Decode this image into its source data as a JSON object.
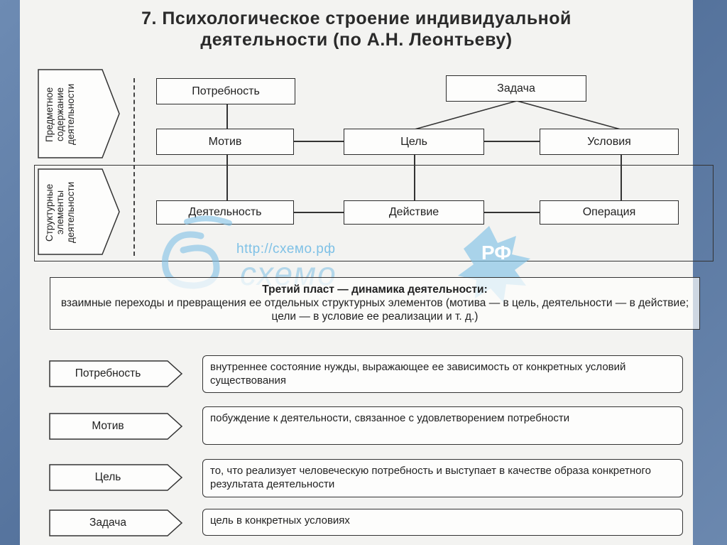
{
  "title": {
    "line1": "7. Психологическое строение индивидуальной",
    "line2": "деятельности (по А.Н. Леонтьеву)"
  },
  "side_labels": {
    "top": "Предметное содержание деятельности",
    "bottom": "Структурные элементы деятельности"
  },
  "nodes": {
    "need": "Потребность",
    "task": "Задача",
    "motive": "Мотив",
    "goal": "Цель",
    "conditions": "Условия",
    "activity": "Деятельность",
    "action": "Действие",
    "operation": "Операция"
  },
  "watermark": {
    "url": "http://схемо.рф",
    "brand": "схемо",
    "badge": "РФ"
  },
  "dynamics": {
    "title": "Третий пласт — динамика деятельности:",
    "text": "взаимные переходы и превращения ее отдельных структурных элементов (мотива — в цель, деятельности — в действие; цели — в условие ее реализации и т. д.)"
  },
  "definitions": [
    {
      "term": "Потребность",
      "text": "внутреннее состояние нужды, выражающее ее зависимость от конкретных условий существования"
    },
    {
      "term": "Мотив",
      "text": "побуждение к деятельности, связанное с удовлетворением потребности"
    },
    {
      "term": "Цель",
      "text": "то, что реализует человеческую потребность и выступает в качестве образа конкретного результата деятельности"
    },
    {
      "term": "Задача",
      "text": "цель в конкретных условиях"
    }
  ],
  "colors": {
    "frame_blue": "#5e7ca3",
    "slide_bg": "#f3f3f1",
    "watermark_blue": "#7fc1e6"
  }
}
